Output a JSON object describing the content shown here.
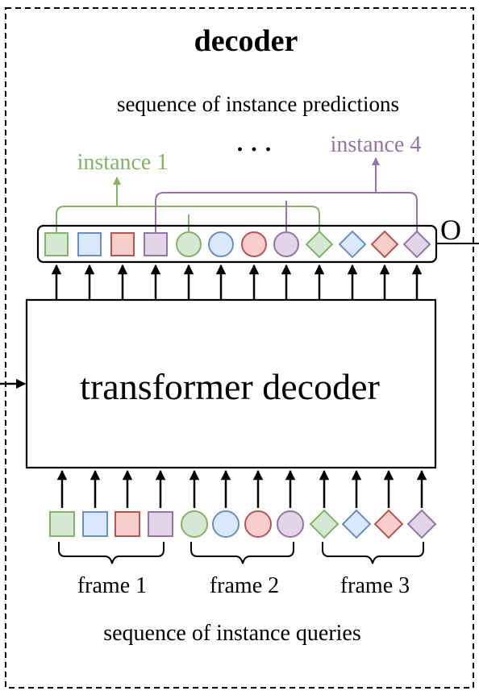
{
  "title": "decoder",
  "top_caption": "sequence of instance predictions",
  "bottom_caption": "sequence of instance queries",
  "block_label": "transformer decoder",
  "right_edge_label": "O",
  "ellipsis": "· · ·",
  "instance_left": "instance 1",
  "instance_right": "instance 4",
  "frames": [
    "frame 1",
    "frame 2",
    "frame 3"
  ],
  "colors": {
    "green": {
      "fill": "#d5e8d4",
      "stroke": "#82b366"
    },
    "blue": {
      "fill": "#dae8fc",
      "stroke": "#6c8ebf"
    },
    "red": {
      "fill": "#f8cecc",
      "stroke": "#b85450"
    },
    "purple": {
      "fill": "#e1d5e7",
      "stroke": "#9673a6"
    },
    "instance1_text": "#82b366",
    "instance4_text": "#9673a6"
  },
  "token_sequence": [
    {
      "shape": "square",
      "color": "green"
    },
    {
      "shape": "square",
      "color": "blue"
    },
    {
      "shape": "square",
      "color": "red"
    },
    {
      "shape": "square",
      "color": "purple"
    },
    {
      "shape": "circle",
      "color": "green"
    },
    {
      "shape": "circle",
      "color": "blue"
    },
    {
      "shape": "circle",
      "color": "red"
    },
    {
      "shape": "circle",
      "color": "purple"
    },
    {
      "shape": "diamond",
      "color": "green"
    },
    {
      "shape": "diamond",
      "color": "blue"
    },
    {
      "shape": "diamond",
      "color": "red"
    },
    {
      "shape": "diamond",
      "color": "purple"
    }
  ]
}
